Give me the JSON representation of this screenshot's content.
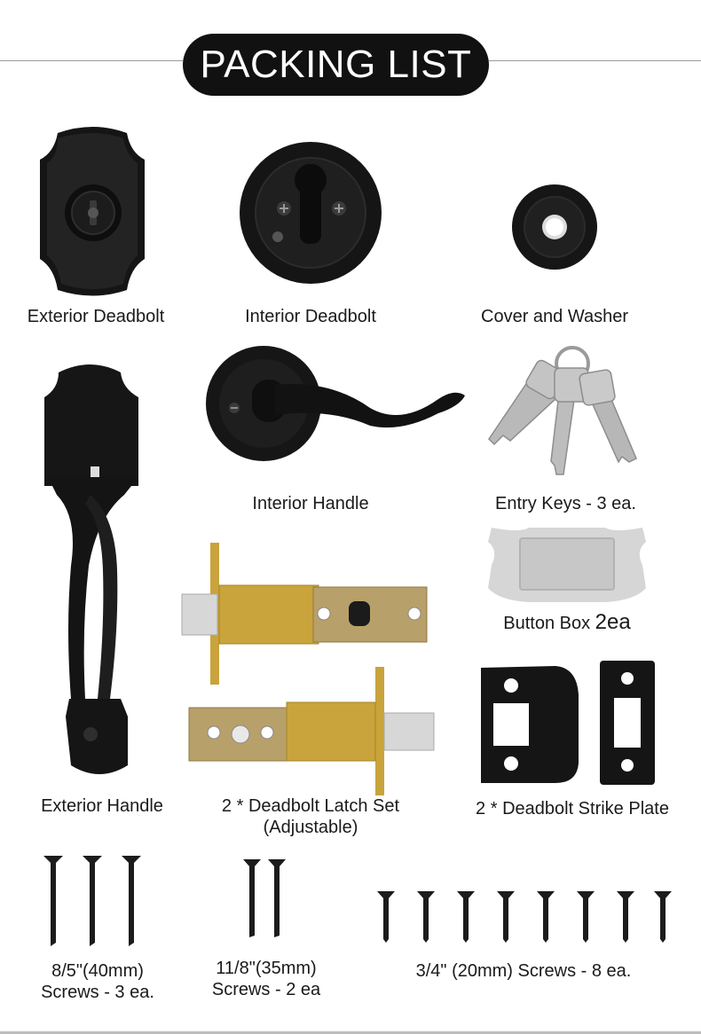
{
  "title": "PACKING LIST",
  "items": [
    {
      "icon": "exterior-deadbolt-icon",
      "caption": "Exterior Deadbolt"
    },
    {
      "icon": "interior-deadbolt-icon",
      "caption": "Interior Deadbolt"
    },
    {
      "icon": "cover-washer-icon",
      "caption": "Cover and Washer"
    },
    {
      "icon": "exterior-handle-icon",
      "caption": "Exterior Handle"
    },
    {
      "icon": "interior-handle-icon",
      "caption": "Interior Handle"
    },
    {
      "icon": "entry-keys-icon",
      "caption": "Entry Keys - 3 ea."
    },
    {
      "icon": "button-box-icon",
      "caption_main": "Button Box ",
      "caption_qty": "2ea"
    },
    {
      "icon": "latch-set-icon",
      "caption_line1": "2 * Deadbolt Latch Set",
      "caption_line2": "(Adjustable)"
    },
    {
      "icon": "strike-plate-icon",
      "caption": "2 * Deadbolt Strike Plate"
    },
    {
      "icon": "long-screw-icon",
      "caption_line1": "8/5\"(40mm)",
      "caption_line2": "Screws - 3 ea."
    },
    {
      "icon": "medium-screw-icon",
      "caption_line1": "11/8\"(35mm)",
      "caption_line2": "Screws - 2 ea"
    },
    {
      "icon": "short-screw-icon",
      "caption": "3/4\" (20mm) Screws - 8 ea."
    }
  ],
  "colors": {
    "hardware": "#151515",
    "brass": "#c9a43c",
    "key": "#b9b9b9",
    "box": "#d6d6d6"
  }
}
